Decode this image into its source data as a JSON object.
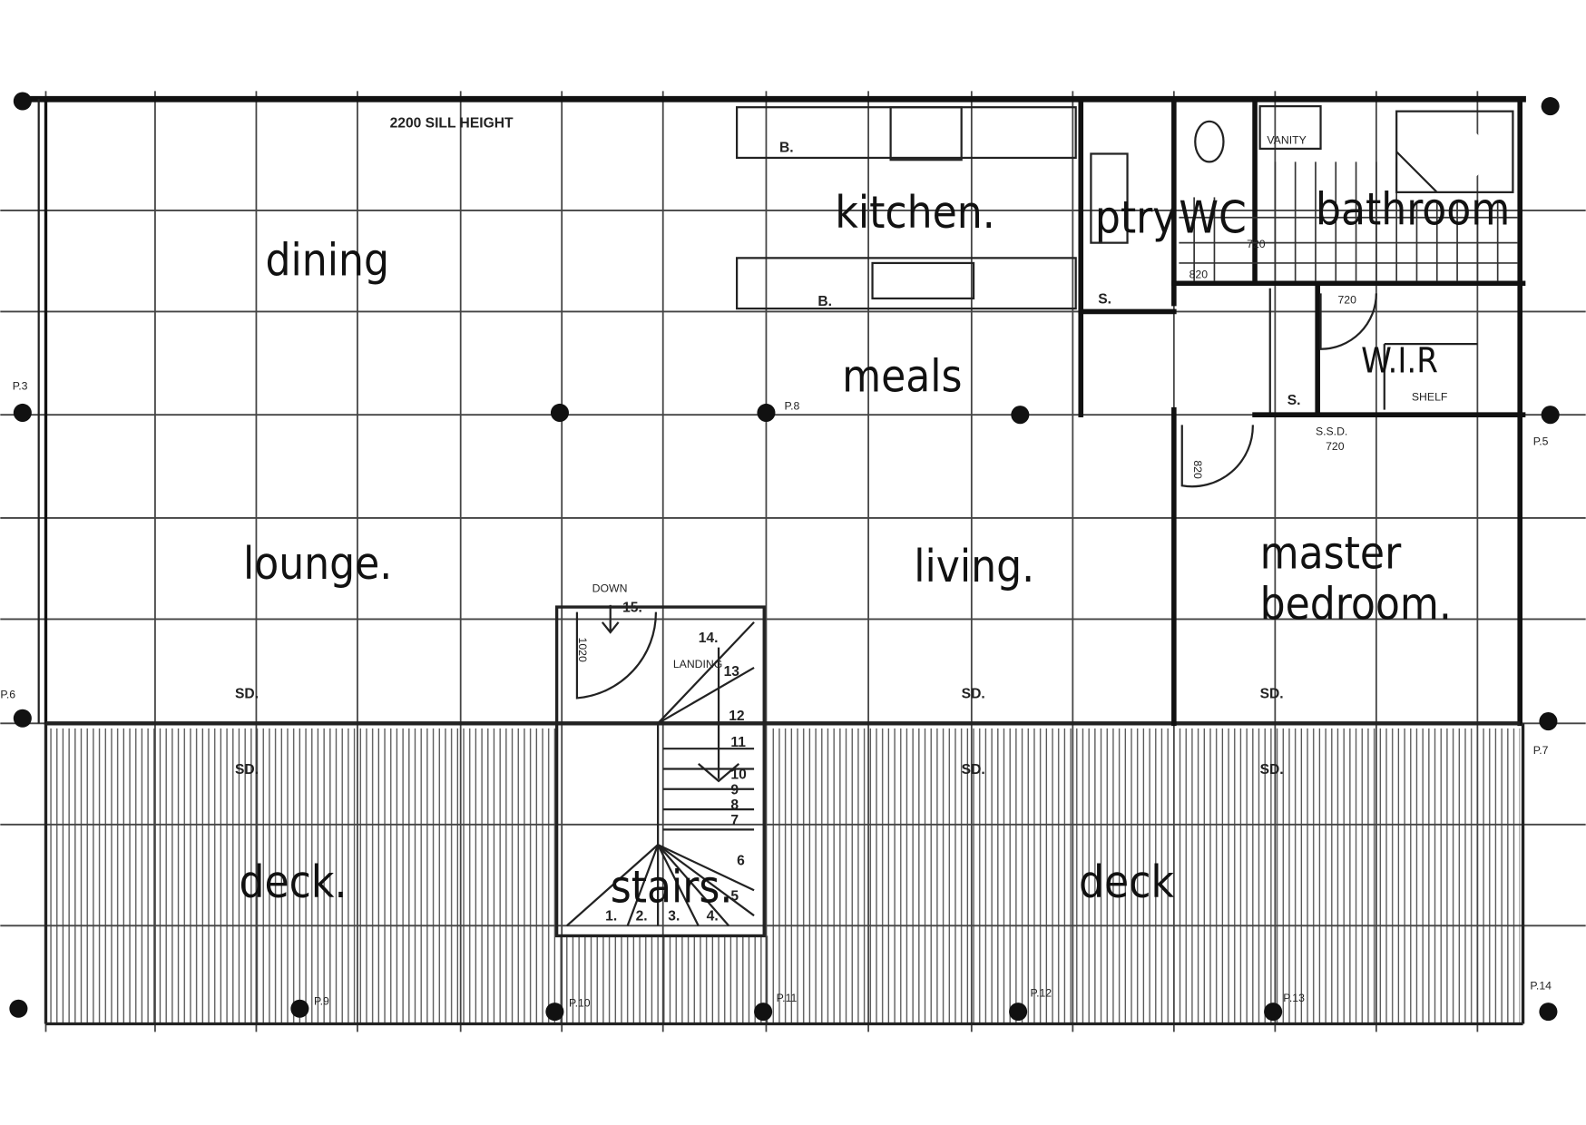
{
  "rooms": {
    "dining": "dining",
    "kitchen": "kitchen.",
    "pantry": "ptry",
    "wc": "WC",
    "bathroom": "bathroom",
    "meals": "meals",
    "wir": "W.I.R",
    "lounge": "lounge.",
    "living": "living.",
    "master_bedroom_1": "master",
    "master_bedroom_2": "bedroom.",
    "deck_left": "deck.",
    "stairs": "stairs.",
    "deck_right": "deck"
  },
  "notes": {
    "sill_height": "2200 SILL HEIGHT",
    "bench_1": "B.",
    "bench_2": "B.",
    "shelf_ptry": "S.",
    "shelf_wir": "S.",
    "vanity": "VANITY",
    "shelf": "SHELF",
    "door_720_wc": "720",
    "door_820_wc": "820",
    "door_720_wir": "720",
    "ssd": "S.S.D.",
    "ssd_size": "720",
    "door_820_bed": "820",
    "door_1020": "1020",
    "down": "DOWN",
    "landing": "LANDING",
    "sd": "SD."
  },
  "stair_numbers": [
    "1.",
    "2.",
    "3.",
    "4.",
    "5",
    "6",
    "7",
    "8",
    "9",
    "10",
    "11",
    "12",
    "13",
    "14.",
    "15."
  ],
  "posts": [
    "P.3",
    "P.5",
    "P.6",
    "P.7",
    "P.8",
    "P.9",
    "P.10",
    "P.11",
    "P.12",
    "P.13",
    "P.14"
  ]
}
